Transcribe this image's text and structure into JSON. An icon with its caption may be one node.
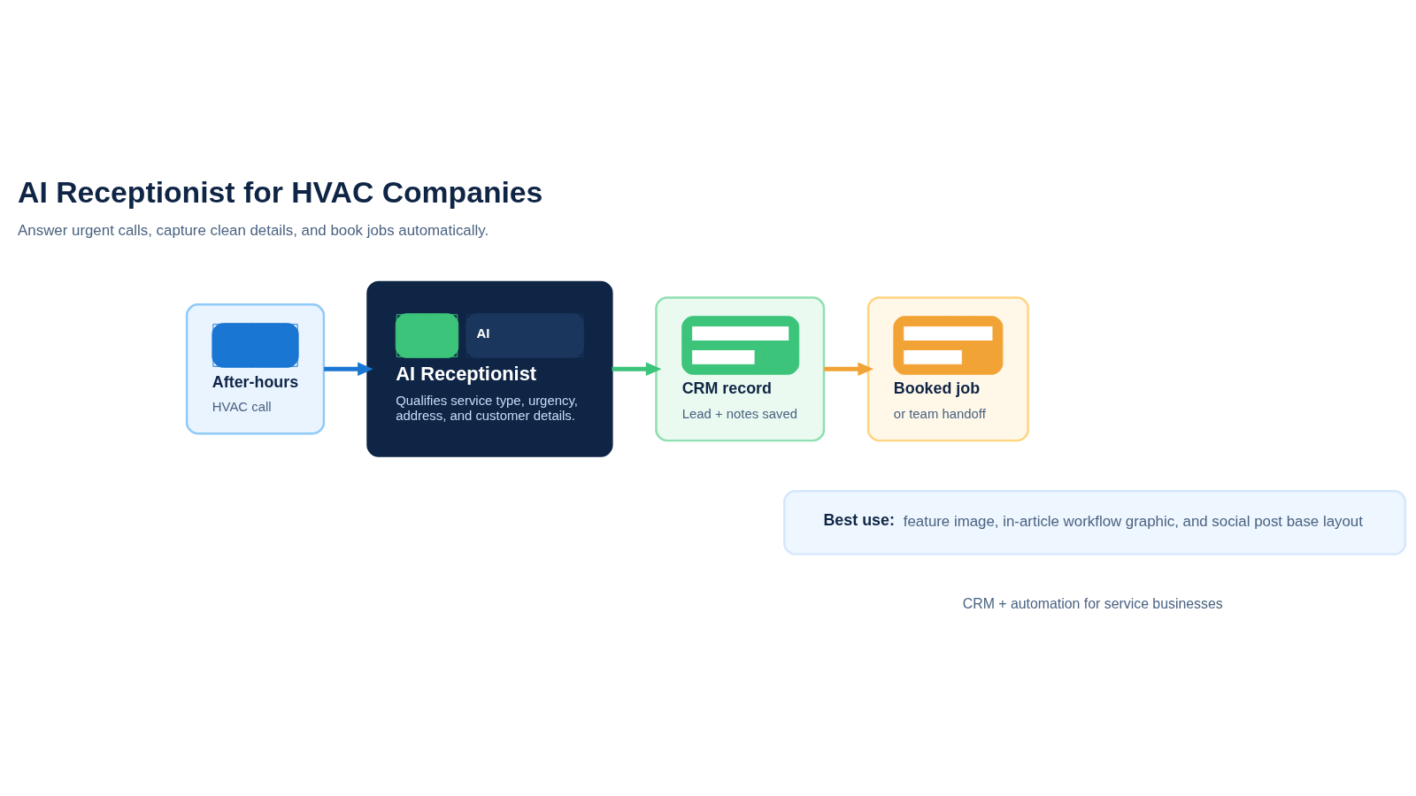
{
  "diagram": {
    "title": "AI Receptionist for HVAC Companies",
    "nodes": [
      {
        "text": [
          "After-hours",
          "HVAC call"
        ]
      },
      {
        "text": [
          "AI",
          "AI Receptionist",
          "Qualifies service type, urgency, address, and customer details."
        ]
      },
      {
        "text": [
          "CRM record",
          "Lead + notes saved"
        ]
      },
      {
        "text": [
          "Booked job",
          "or team handoff"
        ]
      },
      {
        "text": [
          "Best use:",
          "feature image, in-article workflow graphic, and social post base layout"
        ]
      }
    ],
    "edges": [
      {
        "from": 0,
        "to": 1,
        "arrow": "to",
        "color": "#1976d2"
      },
      {
        "from": 1,
        "to": 2,
        "arrow": "to",
        "color": "#3bc47a"
      },
      {
        "from": 2,
        "to": 3,
        "arrow": "to",
        "color": "#f2a335"
      }
    ],
    "labels": [
      "Answer urgent calls, capture clean details, and book jobs automatically.",
      "CRM + automation for service businesses"
    ]
  }
}
